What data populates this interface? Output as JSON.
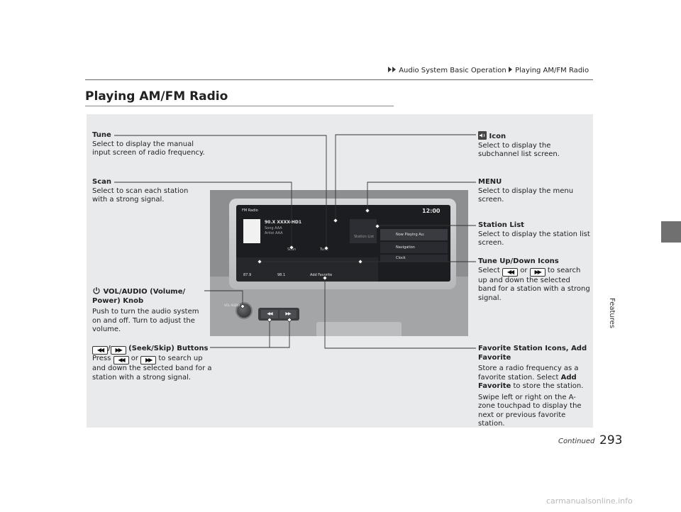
{
  "header": {
    "breadcrumb": [
      "Audio System Basic Operation",
      "Playing AM/FM Radio"
    ],
    "side_label": "Features"
  },
  "page_title": "Playing AM/FM Radio",
  "callouts": {
    "tune": {
      "title": "Tune",
      "desc": "Select to display the manual input screen of radio frequency."
    },
    "scan": {
      "title": "Scan",
      "desc": "Select to scan each station with a strong signal."
    },
    "vol_knob": {
      "title": "VOL/AUDIO (Volume/ Power) Knob",
      "desc": "Push to turn the audio system on and off. Turn to adjust the volume."
    },
    "seek_skip": {
      "title": "(Seek/Skip) Buttons",
      "desc_pre": "Press",
      "desc_or": "or",
      "desc_post": "to search up and down the selected band for a station with a strong signal."
    },
    "icon": {
      "title": "Icon",
      "desc": "Select to display the subchannel list screen."
    },
    "menu": {
      "title": "MENU",
      "desc": "Select to display the menu screen."
    },
    "station_list": {
      "title": "Station List",
      "desc": "Select to display the station list screen."
    },
    "tune_updown": {
      "title": "Tune Up/Down Icons",
      "desc_pre": "Select",
      "desc_or": "or",
      "desc_post": "to search up and down the selected band for a station with a strong signal."
    },
    "favorite": {
      "title": "Favorite Station Icons, Add Favorite",
      "desc1_pre": "Store a radio frequency as a favorite station. Select",
      "desc1_bold": "Add Favorite",
      "desc1_post": "to store the station.",
      "desc2": "Swipe left or right on the A-zone touchpad to display the next or previous favorite station."
    }
  },
  "screen": {
    "source": "FM Radio",
    "clock": "12:00",
    "station": "90.X XXXX-HD1",
    "song": "Song AAA",
    "artist": "Artist AAA",
    "scan_label": "Scan",
    "tune_label": "Tune",
    "station_list_label": "Station List",
    "menu_items": [
      "Now Playing Au:",
      "Navigation",
      "Clock"
    ],
    "favorites": [
      "87.9",
      "98.1"
    ],
    "add_favorite": "Add Favorite",
    "knob_label": "VOL AUDIO"
  },
  "footer": {
    "continued": "Continued",
    "page_number": "293",
    "watermark": "carmanualsonline.info"
  }
}
